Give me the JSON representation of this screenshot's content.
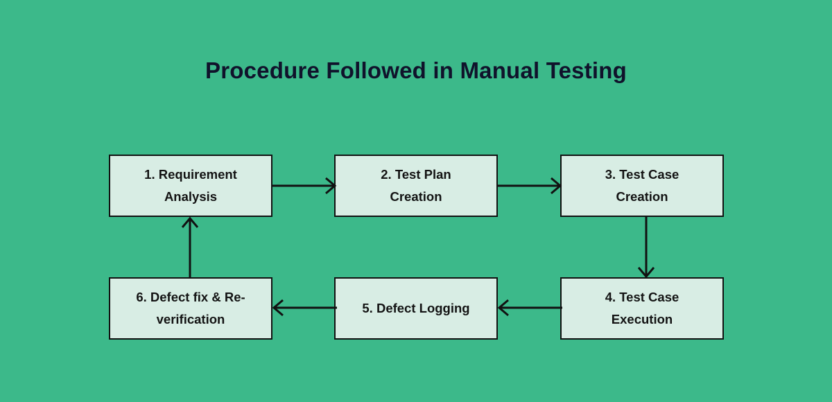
{
  "title": "Procedure Followed in Manual Testing",
  "colors": {
    "background": "#3cb98a",
    "node_fill": "#d8ede4",
    "node_border": "#111111",
    "title_text": "#10122b",
    "node_text": "#131313",
    "arrow": "#111111"
  },
  "diagram": {
    "type": "flowchart",
    "shape": "cycle",
    "nodes": [
      {
        "id": "1",
        "label": "1. Requirement Analysis",
        "line1": "1. Requirement",
        "line2": "Analysis"
      },
      {
        "id": "2",
        "label": "2. Test Plan Creation",
        "line1": "2. Test Plan",
        "line2": "Creation"
      },
      {
        "id": "3",
        "label": "3. Test Case Creation",
        "line1": "3. Test Case",
        "line2": "Creation"
      },
      {
        "id": "4",
        "label": "4. Test Case Execution",
        "line1": "4. Test Case",
        "line2": "Execution"
      },
      {
        "id": "5",
        "label": "5. Defect Logging",
        "line1": "5. Defect Logging",
        "line2": ""
      },
      {
        "id": "6",
        "label": "6. Defect fix & Re-verification",
        "line1": "6. Defect fix & Re-",
        "line2": "verification"
      }
    ],
    "edges": [
      {
        "from": "1",
        "to": "2",
        "direction": "right"
      },
      {
        "from": "2",
        "to": "3",
        "direction": "right"
      },
      {
        "from": "3",
        "to": "4",
        "direction": "down"
      },
      {
        "from": "4",
        "to": "5",
        "direction": "left"
      },
      {
        "from": "5",
        "to": "6",
        "direction": "left"
      },
      {
        "from": "6",
        "to": "1",
        "direction": "up"
      }
    ]
  }
}
